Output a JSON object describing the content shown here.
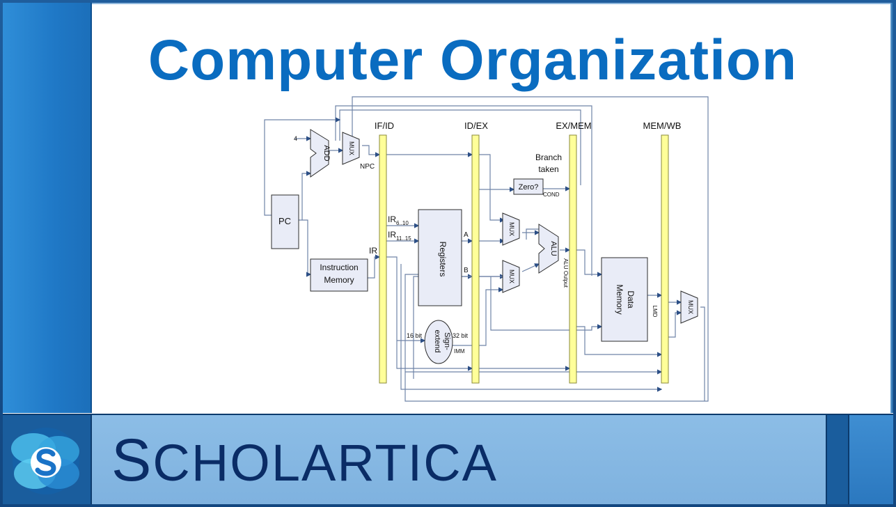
{
  "slide": {
    "title": "Computer Organization",
    "brand": {
      "first_letter": "S",
      "rest": "CHOLARTICA"
    },
    "colors": {
      "accent": "#0a6cc0",
      "sidebar": "#1f78c6",
      "band": "#84b7e2",
      "pipeline_register": "#ffff99",
      "block_fill": "#e9ecf7"
    }
  },
  "diagram": {
    "pipeline_registers": [
      "IF/ID",
      "ID/EX",
      "EX/MEM",
      "MEM/WB"
    ],
    "blocks": {
      "pc": "PC",
      "instr_mem_line1": "Instruction",
      "instr_mem_line2": "Memory",
      "registers": "Registers",
      "data_mem_line1": "Data",
      "data_mem_line2": "Memory",
      "zero": "Zero?",
      "sign_line1": "Sign-",
      "sign_line2": "extend",
      "add": "ADD",
      "alu": "ALU",
      "mux": "MUX"
    },
    "labels": {
      "four": "4",
      "npc": "NPC",
      "ir": "IR",
      "ir_a": "IR",
      "ir_a_sub": "6..10",
      "ir_b": "IR",
      "ir_b_sub": "11..15",
      "a": "A",
      "b": "B",
      "branch1": "Branch",
      "branch2": "taken",
      "cond": "COND",
      "alu_output": "ALU Output",
      "lmd": "LMD",
      "bit16": "16 bit",
      "bit32": "32 bit",
      "imm": "IMM"
    }
  }
}
